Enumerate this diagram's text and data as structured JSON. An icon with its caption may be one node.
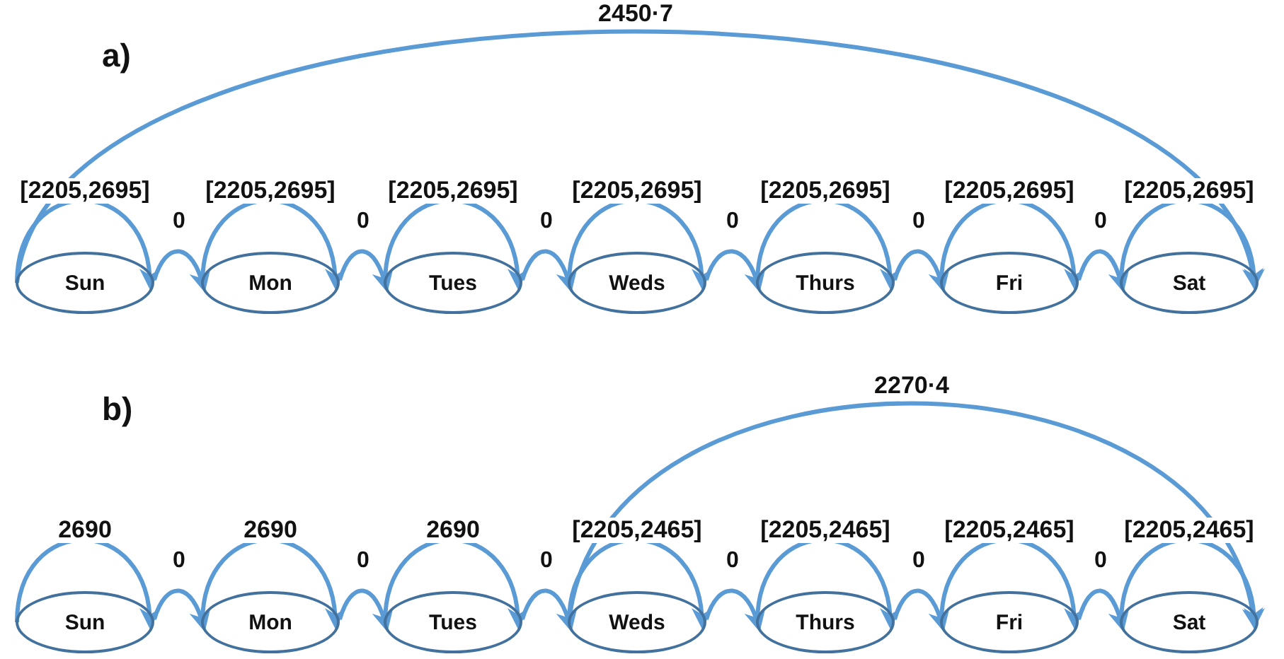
{
  "diagram": {
    "nodes": [
      {
        "text": [
          "Sun"
        ]
      },
      {
        "text": [
          "Mon"
        ]
      },
      {
        "text": [
          "Tues"
        ]
      },
      {
        "text": [
          "Weds"
        ]
      },
      {
        "text": [
          "Thurs"
        ]
      },
      {
        "text": [
          "Fri"
        ]
      },
      {
        "text": [
          "Sat"
        ]
      },
      {
        "text": [
          "Sun"
        ]
      },
      {
        "text": [
          "Mon"
        ]
      },
      {
        "text": [
          "Tues"
        ]
      },
      {
        "text": [
          "Weds"
        ]
      },
      {
        "text": [
          "Thurs"
        ]
      },
      {
        "text": [
          "Fri"
        ]
      },
      {
        "text": [
          "Sat"
        ]
      }
    ],
    "edges": [
      {
        "from": 0,
        "to": 6,
        "arrow": "to",
        "label": "2450·7"
      },
      {
        "from": 0,
        "to": 0,
        "arrow": "to",
        "label": "[2205,2695]"
      },
      {
        "from": 0,
        "to": 1,
        "arrow": "to",
        "label": "0"
      },
      {
        "from": 1,
        "to": 1,
        "arrow": "to",
        "label": "[2205,2695]"
      },
      {
        "from": 1,
        "to": 2,
        "arrow": "to",
        "label": "0"
      },
      {
        "from": 2,
        "to": 2,
        "arrow": "to",
        "label": "[2205,2695]"
      },
      {
        "from": 2,
        "to": 3,
        "arrow": "to",
        "label": "0"
      },
      {
        "from": 3,
        "to": 3,
        "arrow": "to",
        "label": "[2205,2695]"
      },
      {
        "from": 3,
        "to": 4,
        "arrow": "to",
        "label": "0"
      },
      {
        "from": 4,
        "to": 4,
        "arrow": "to",
        "label": "[2205,2695]"
      },
      {
        "from": 4,
        "to": 5,
        "arrow": "to",
        "label": "0"
      },
      {
        "from": 5,
        "to": 5,
        "arrow": "to",
        "label": "[2205,2695]"
      },
      {
        "from": 5,
        "to": 6,
        "arrow": "to",
        "label": "0"
      },
      {
        "from": 6,
        "to": 6,
        "arrow": "to",
        "label": "[2205,2695]"
      },
      {
        "from": 10,
        "to": 13,
        "arrow": "to",
        "label": "2270·4"
      },
      {
        "from": 7,
        "to": 7,
        "arrow": "to",
        "label": "2690"
      },
      {
        "from": 7,
        "to": 8,
        "arrow": "to",
        "label": "0"
      },
      {
        "from": 8,
        "to": 8,
        "arrow": "to",
        "label": "2690"
      },
      {
        "from": 8,
        "to": 9,
        "arrow": "to",
        "label": "0"
      },
      {
        "from": 9,
        "to": 9,
        "arrow": "to",
        "label": "2690"
      },
      {
        "from": 9,
        "to": 10,
        "arrow": "to",
        "label": "0"
      },
      {
        "from": 10,
        "to": 10,
        "arrow": "to",
        "label": "[2205,2465]"
      },
      {
        "from": 10,
        "to": 11,
        "arrow": "to",
        "label": "0"
      },
      {
        "from": 11,
        "to": 11,
        "arrow": "to",
        "label": "[2205,2465]"
      },
      {
        "from": 11,
        "to": 12,
        "arrow": "to",
        "label": "0"
      },
      {
        "from": 12,
        "to": 12,
        "arrow": "to",
        "label": "[2205,2465]"
      },
      {
        "from": 12,
        "to": 13,
        "arrow": "to",
        "label": "0"
      },
      {
        "from": 13,
        "to": 13,
        "arrow": "to",
        "label": "[2205,2465]"
      }
    ],
    "labels": [
      "a)",
      "b)"
    ]
  }
}
